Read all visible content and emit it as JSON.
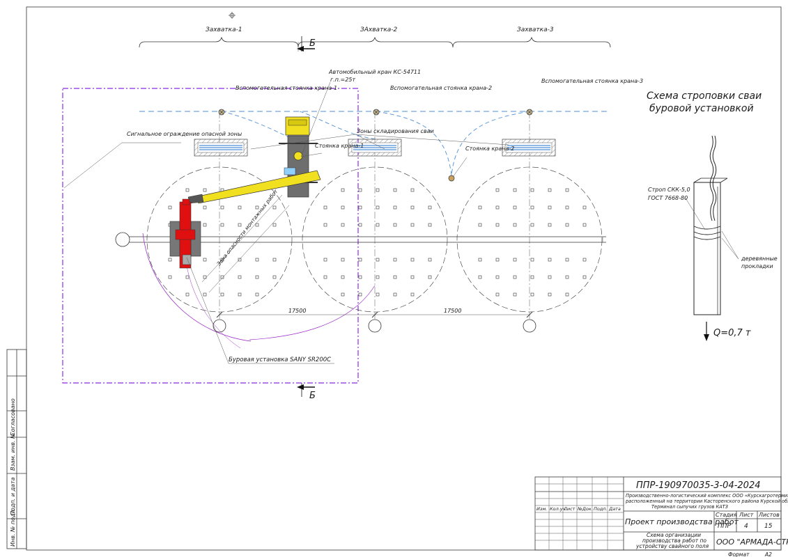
{
  "zones": {
    "z1": "Захватка-1",
    "z2": "ЗАхватка-2",
    "z3": "Захватка-3"
  },
  "section_mark": "Б",
  "crane": {
    "label": "Автомобильный кран КС-54711",
    "reach": "г.п.=25т",
    "stand1": "Стоянка крана-1",
    "stand2": "Стоянка крана-2",
    "aux1": "Вспомогательная стоянка крана-1",
    "aux2": "Вспомогательная стоянка крана-2",
    "aux3": "Вспомогательная стоянка крана-3"
  },
  "storage_label": "Зоны складирования сваи",
  "fence_label": "Сигнальное ограждение опасной зоны",
  "hazard_label": "Зона опасности монтажных работ",
  "drill_label": "Буровая установка SANY SR200C",
  "dimensions": {
    "d1": "17500",
    "d2": "17500"
  },
  "sling": {
    "title_line1": "Схема строповки сваи",
    "title_line2": "буровой установкой",
    "sling_line1": "Строп СКК-5,0",
    "sling_line2": "ГОСТ 7668-80",
    "pads_line1": "деревянные",
    "pads_line2": "прокладки",
    "load": "Q=0,7 т"
  },
  "side_stamp": [
    "Инв. № подл.",
    "Подп. и дата",
    "Взам. инв. №",
    "Согласовано"
  ],
  "title_block": {
    "code": "ППР-190970035-3-04-2024",
    "project_line1": "Производственно-логистический комплекс ООО «Курскагротерминал»",
    "project_line2": "расположенный на территории Касторенского района Курской области.",
    "project_line3": "Терминал сыпучих грузов КАТЗ",
    "headers": [
      "Изм.",
      "Кол.уч.",
      "Лист",
      "№Док.",
      "Подп.",
      "Дата"
    ],
    "doc_title": "Проект производства работ",
    "sheet_title_line1": "Схема организации",
    "sheet_title_line2": "производства работ по",
    "sheet_title_line3": "устройству свайного поля",
    "stage_label": "Стадия",
    "sheet_label": "Лист",
    "sheets_label": "Листов",
    "stage": "ППР",
    "sheet": "4",
    "sheets": "15",
    "company": "ООО \"АРМАДА-СТРОЙ\"",
    "format_label": "Формат",
    "format": "А2"
  },
  "colors": {
    "fence": "#8a2be2",
    "axis_blue": "#4f8fd6",
    "crane_yellow": "#f0e020",
    "crane_grey": "#6e6e6e",
    "drill_red": "#e01010",
    "hatch": "#777777",
    "purple_arc": "#9b30c8"
  }
}
